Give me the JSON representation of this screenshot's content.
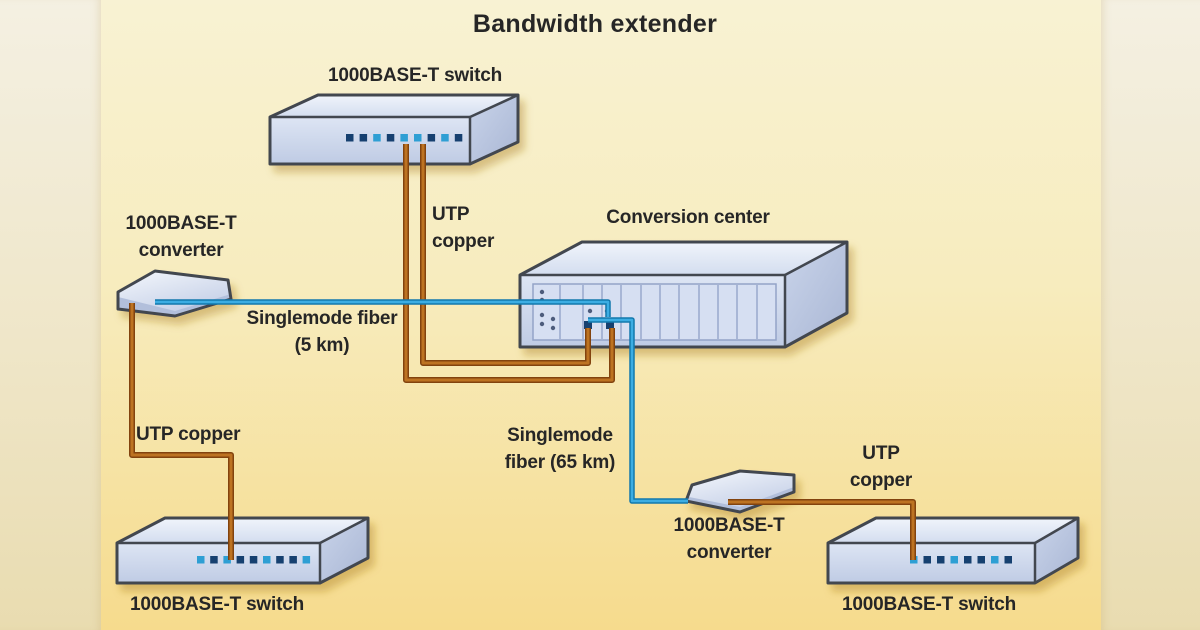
{
  "title": "Bandwidth extender",
  "colors": {
    "background_top": "#F8F2D3",
    "background_bottom": "#F6DB8D",
    "side_band": "#F1E8CC",
    "device_fill": "#CCD7EC",
    "device_outline": "#42464F",
    "fiber_blue": "#2FA6DF",
    "copper_brown": "#B06018",
    "port_navy": "#123F70",
    "port_cyan": "#2F9FD4",
    "label_text": "#262626"
  },
  "nodes": {
    "top_switch": {
      "label": "1000BASE-T switch"
    },
    "left_converter": {
      "line1": "1000BASE-T",
      "line2": "converter"
    },
    "conversion_center": {
      "label": "Conversion center"
    },
    "bottom_left_switch": {
      "label": "1000BASE-T switch"
    },
    "bottom_right_converter": {
      "line1": "1000BASE-T",
      "line2": "converter"
    },
    "bottom_right_switch": {
      "label": "1000BASE-T switch"
    }
  },
  "links": {
    "utp_top": {
      "line1": "UTP",
      "line2": "copper"
    },
    "fiber_5km": {
      "line1": "Singlemode fiber",
      "line2": "(5 km)"
    },
    "utp_bottom_left": {
      "label": "UTP copper"
    },
    "fiber_65km": {
      "line1": "Singlemode",
      "line2": "fiber (65 km)"
    },
    "utp_bottom_right": {
      "line1": "UTP",
      "line2": "copper"
    }
  }
}
